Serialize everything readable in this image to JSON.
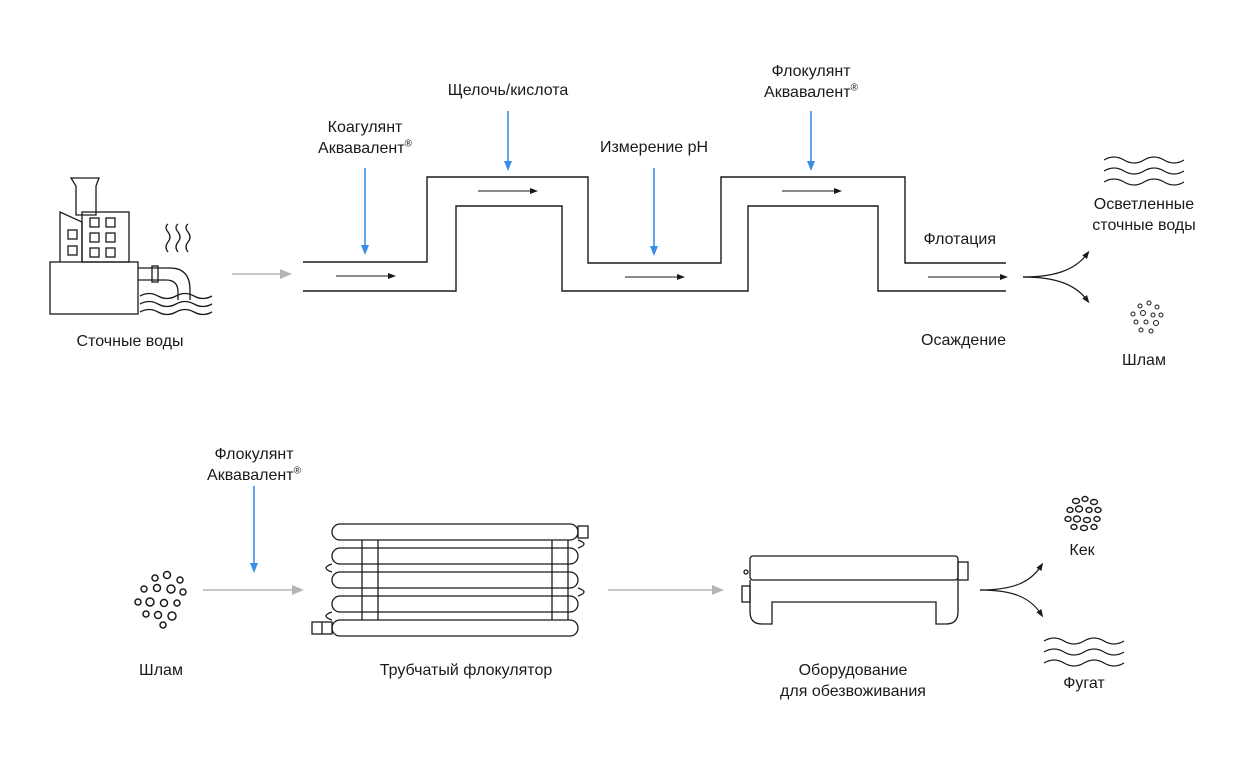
{
  "top": {
    "source_label": "Сточные воды",
    "coagulant_line1": "Коагулянт",
    "coagulant_line2": "Аквавалент",
    "alkali_acid": "Щелочь/кислота",
    "ph_measure": "Измерение pH",
    "flocculant_line1": "Флокулянт",
    "flocculant_line2": "Аквавалент",
    "flotation": "Флотация",
    "sedimentation": "Осаждение",
    "clarified_line1": "Осветленные",
    "clarified_line2": "сточные воды",
    "sludge": "Шлам"
  },
  "bottom": {
    "flocculant_line1": "Флокулянт",
    "flocculant_line2": "Аквавалент",
    "sludge": "Шлам",
    "tube_flocculator": "Трубчатый флокулятор",
    "dewatering_line1": "Оборудование",
    "dewatering_line2": "для обезвоживания",
    "cake": "Кек",
    "filtrate": "Фугат"
  },
  "registered_mark": "®",
  "colors": {
    "dosing_arrow": "#3b8ee8",
    "flow_arrow": "#b5b5b5",
    "line": "#1a1a1a"
  }
}
